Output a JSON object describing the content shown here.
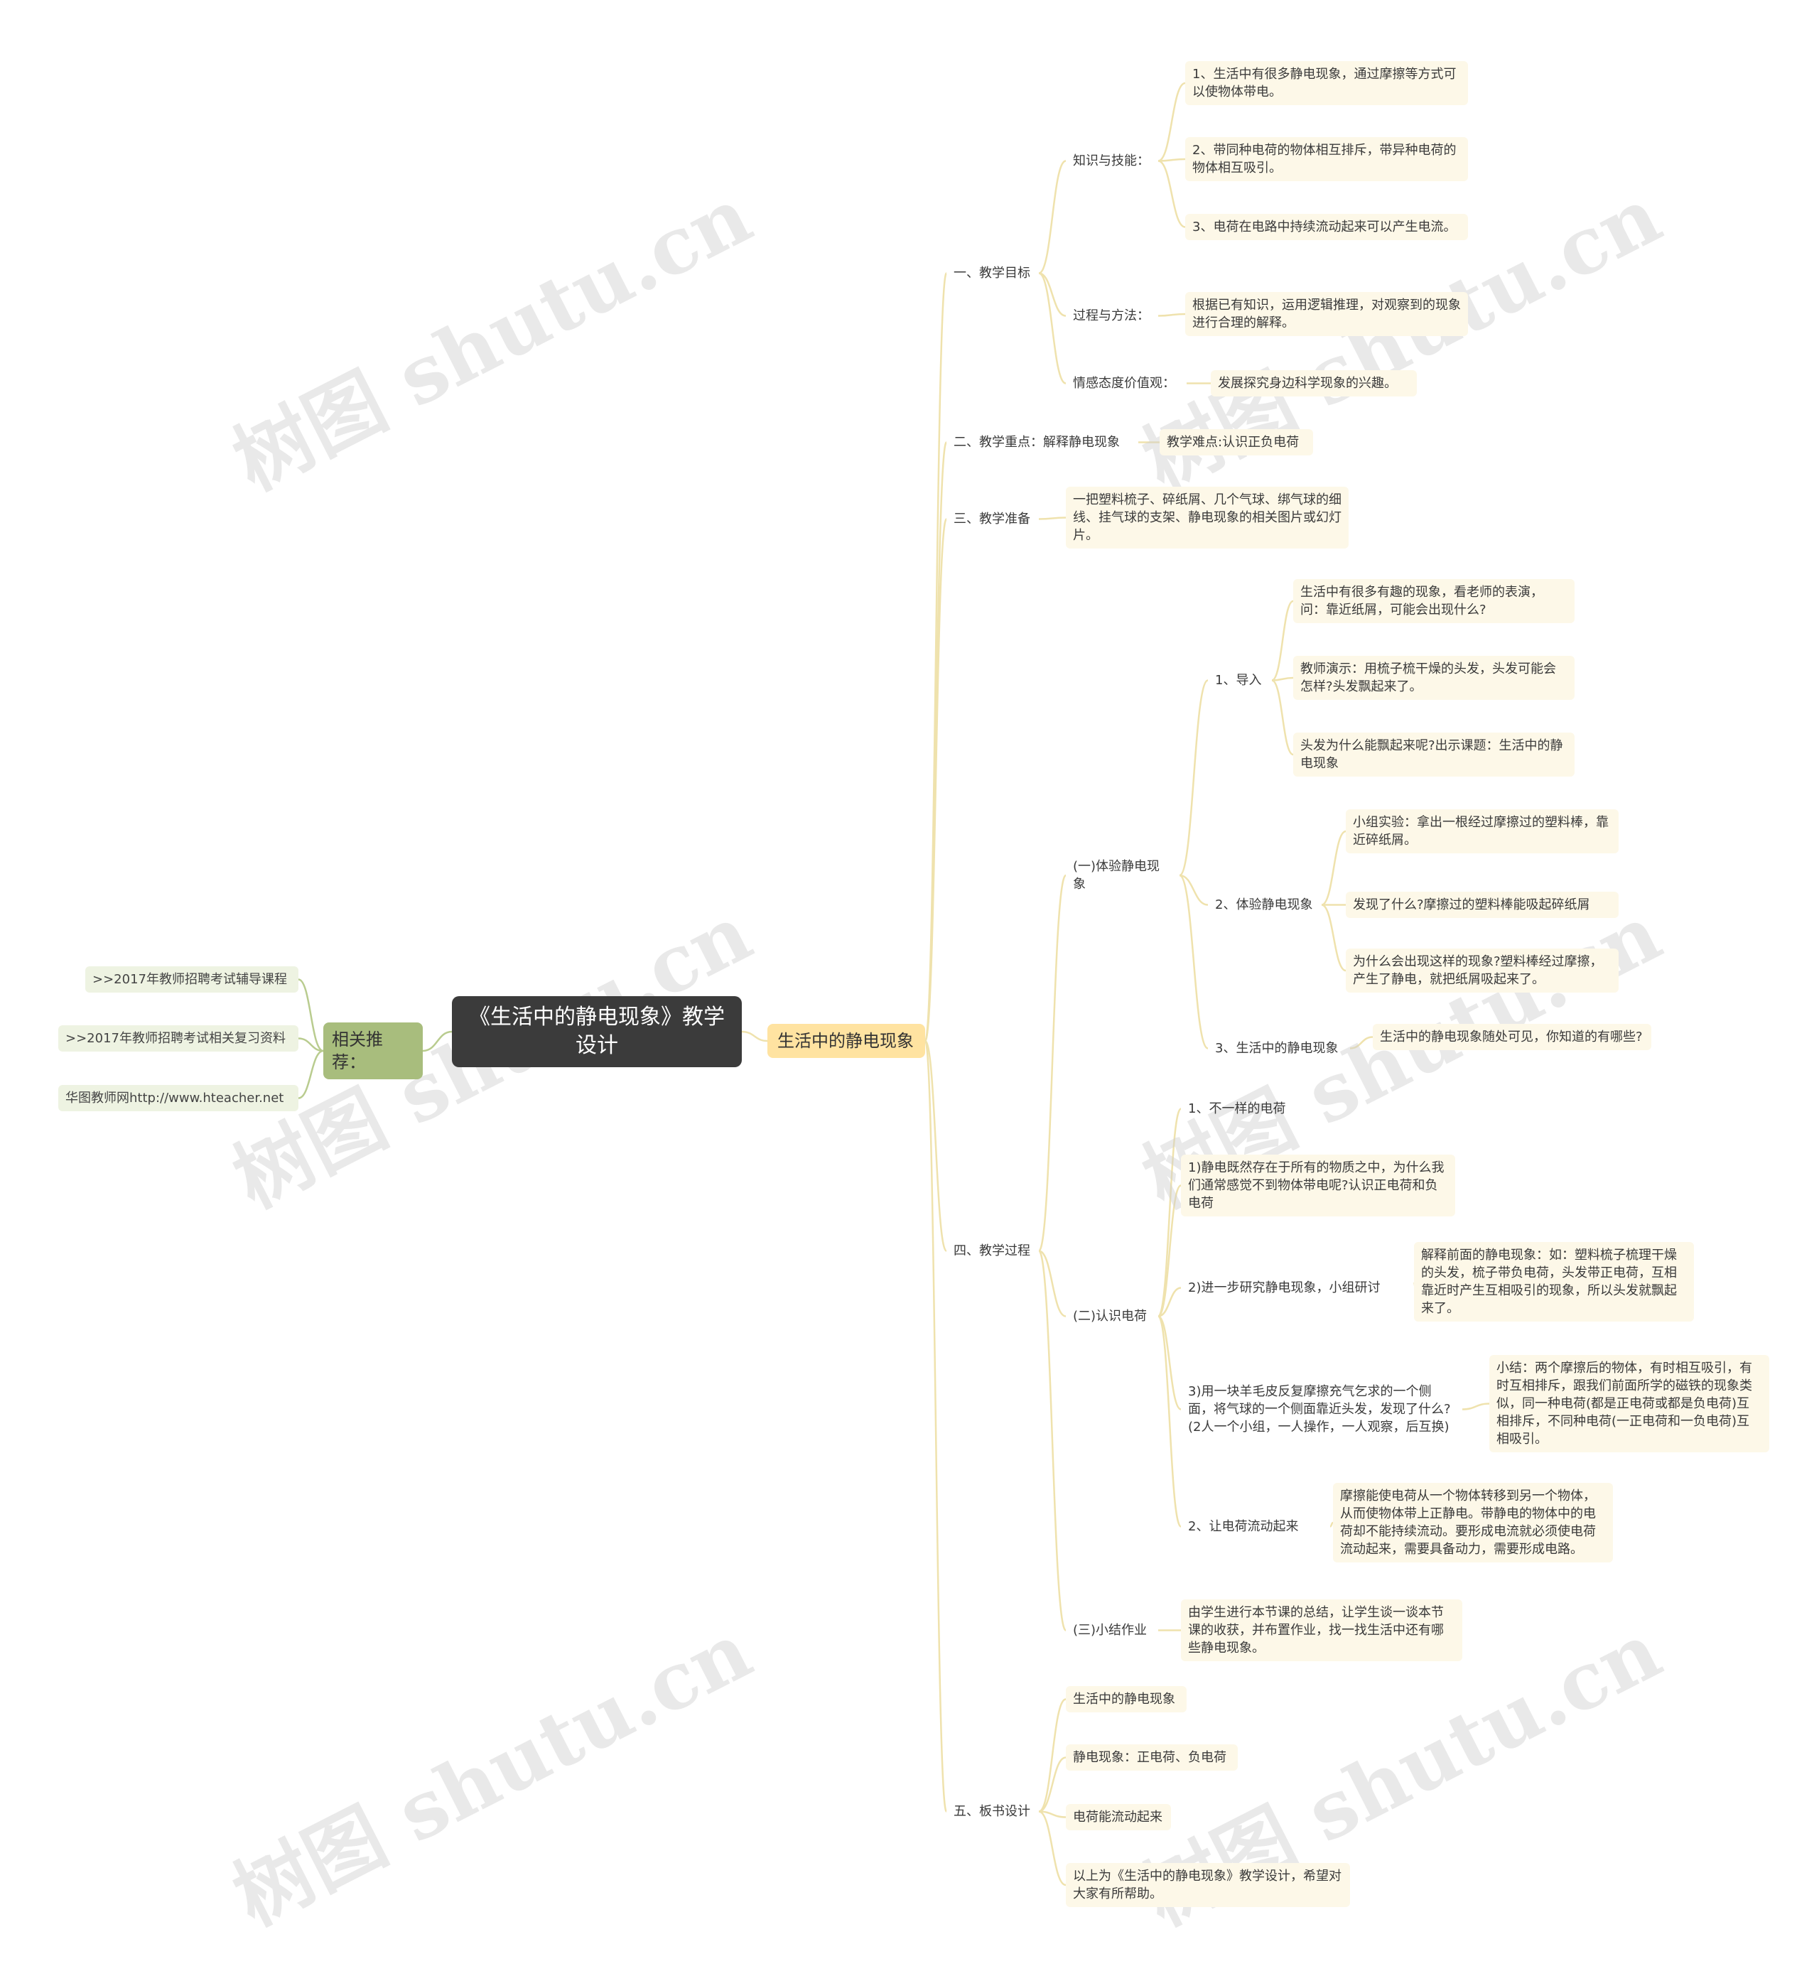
{
  "root": {
    "title": "《生活中的静电现象》教学设计"
  },
  "recommend": {
    "label": "相关推荐：",
    "items": [
      ">>2017年教师招聘考试辅导课程",
      ">>2017年教师招聘考试相关复习资料",
      "华图教师网http://www.hteacher.net"
    ]
  },
  "main": {
    "label": "生活中的静电现象",
    "s1": {
      "label": "一、教学目标",
      "know": {
        "label": "知识与技能：",
        "items": [
          "1、生活中有很多静电现象，通过摩擦等方式可以使物体带电。",
          "2、带同种电荷的物体相互排斥，带异种电荷的物体相互吸引。",
          "3、电荷在电路中持续流动起来可以产生电流。"
        ]
      },
      "process": {
        "label": "过程与方法：",
        "item": "根据已有知识，运用逻辑推理，对观察到的现象进行合理的解释。"
      },
      "emotion": {
        "label": "情感态度价值观：",
        "item": "发展探究身边科学现象的兴趣。"
      }
    },
    "s2": {
      "label": "二、教学重点：解释静电现象",
      "item": "教学难点:认识正负电荷"
    },
    "s3": {
      "label": "三、教学准备",
      "item": "一把塑料梳子、碎纸屑、几个气球、绑气球的细线、挂气球的支架、静电现象的相关图片或幻灯片。"
    },
    "s4": {
      "label": "四、教学过程",
      "p1": {
        "label": "(一)体验静电现象",
        "intro": {
          "label": "1、导入",
          "items": [
            "生活中有很多有趣的现象，看老师的表演，问：靠近纸屑，可能会出现什么?",
            "教师演示：用梳子梳干燥的头发，头发可能会怎样?头发飘起来了。",
            "头发为什么能飘起来呢?出示课题：生活中的静电现象"
          ]
        },
        "exp": {
          "label": "2、体验静电现象",
          "items": [
            "小组实验：拿出一根经过摩擦过的塑料棒，靠近碎纸屑。",
            "发现了什么?摩擦过的塑料棒能吸起碎纸屑",
            "为什么会出现这样的现象?塑料棒经过摩擦，产生了静电，就把纸屑吸起来了。"
          ]
        },
        "life": {
          "label": "3、生活中的静电现象",
          "item": "生活中的静电现象随处可见，你知道的有哪些?"
        }
      },
      "p2": {
        "label": "(二)认识电荷",
        "a": "1、不一样的电荷",
        "b": "1)静电既然存在于所有的物质之中，为什么我们通常感觉不到物体带电呢?认识正电荷和负电荷",
        "c": {
          "label": "2)进一步研究静电现象，小组研讨",
          "item": "解释前面的静电现象：如：塑料梳子梳理干燥的头发，梳子带负电荷，头发带正电荷，互相靠近时产生互相吸引的现象，所以头发就飘起来了。"
        },
        "d": {
          "label": "3)用一块羊毛皮反复摩擦充气乞求的一个侧面，将气球的一个侧面靠近头发，发现了什么?(2人一个小组，一人操作，一人观察，后互换)",
          "item": "小结：两个摩擦后的物体，有时相互吸引，有时互相排斥，跟我们前面所学的磁铁的现象类似，同一种电荷(都是正电荷或都是负电荷)互相排斥，不同种电荷(一正电荷和一负电荷)互相吸引。"
        },
        "e": {
          "label": "2、让电荷流动起来",
          "item": "摩擦能使电荷从一个物体转移到另一个物体，从而使物体带上正静电。带静电的物体中的电荷却不能持续流动。要形成电流就必须使电荷流动起来，需要具备动力，需要形成电路。"
        }
      },
      "p3": {
        "label": "(三)小结作业",
        "item": "由学生进行本节课的总结，让学生谈一谈本节课的收获，并布置作业，找一找生活中还有哪些静电现象。"
      }
    },
    "s5": {
      "label": "五、板书设计",
      "items": [
        "生活中的静电现象",
        "静电现象：正电荷、负电荷",
        "电荷能流动起来",
        "以上为《生活中的静电现象》教学设计，希望对大家有所帮助。"
      ]
    }
  },
  "watermark": "树图 shutu.cn",
  "colors": {
    "line": "#efe2ad",
    "recline": "#b9cc8f",
    "root": "#3b3b3b",
    "l1": "#ffe3a1",
    "rec": "#a8bd7d",
    "leaf": "#fdf8e8"
  }
}
